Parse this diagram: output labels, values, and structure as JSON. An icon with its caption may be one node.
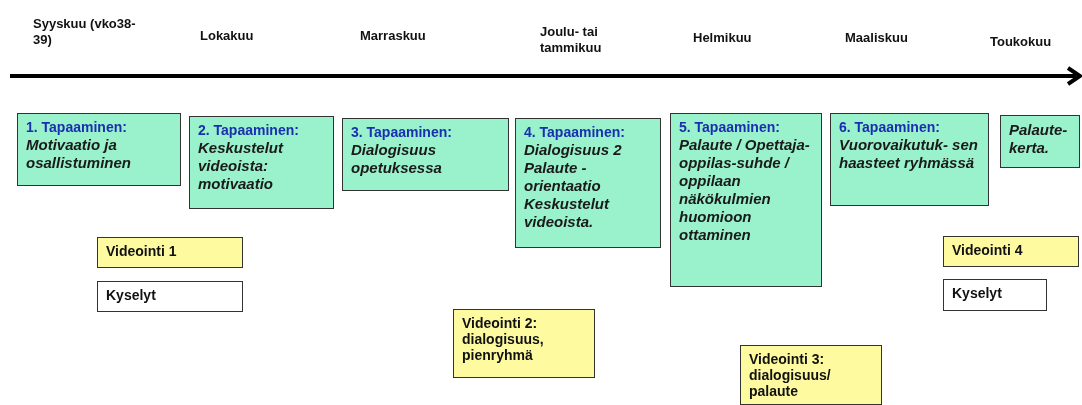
{
  "diagram": {
    "nodes": [
      {
        "text": [
          "1. Tapaaminen:",
          "Motivaatio ja osallistuminen"
        ]
      },
      {
        "text": [
          "2. Tapaaminen:",
          "Keskustelut videoista: motivaatio"
        ]
      },
      {
        "text": [
          "3. Tapaaminen:",
          "Dialogisuus opetuksessa"
        ]
      },
      {
        "text": [
          "4. Tapaaminen:",
          "Dialogisuus 2 Palaute - orientaatio Keskustelut videoista."
        ]
      },
      {
        "text": [
          "5. Tapaaminen:",
          "Palaute / Opettaja- oppilas-suhde / oppilaan näkökulmien huomioon ottaminen"
        ]
      },
      {
        "text": [
          "6. Tapaaminen:",
          "Vuorovaikutuk- sen haasteet ryhmässä"
        ]
      },
      {
        "text": [
          "Palaute- kerta."
        ]
      },
      {
        "text": [
          "Videointi 1"
        ]
      },
      {
        "text": [
          "Kyselyt"
        ]
      },
      {
        "text": [
          "Videointi 2: dialogisuus, pienryhmä"
        ]
      },
      {
        "text": [
          "Videointi 3: dialogisuus/ palaute"
        ]
      },
      {
        "text": [
          "Videointi 4"
        ]
      },
      {
        "text": [
          "Kyselyt"
        ]
      }
    ],
    "edges": [],
    "labels": [
      "Syyskuu (vko38-39)",
      "Lokakuu",
      "Marraskuu",
      "Joulu- tai tammikuu",
      "Helmikuu",
      "Maaliskuu",
      "Toukokuu"
    ]
  }
}
